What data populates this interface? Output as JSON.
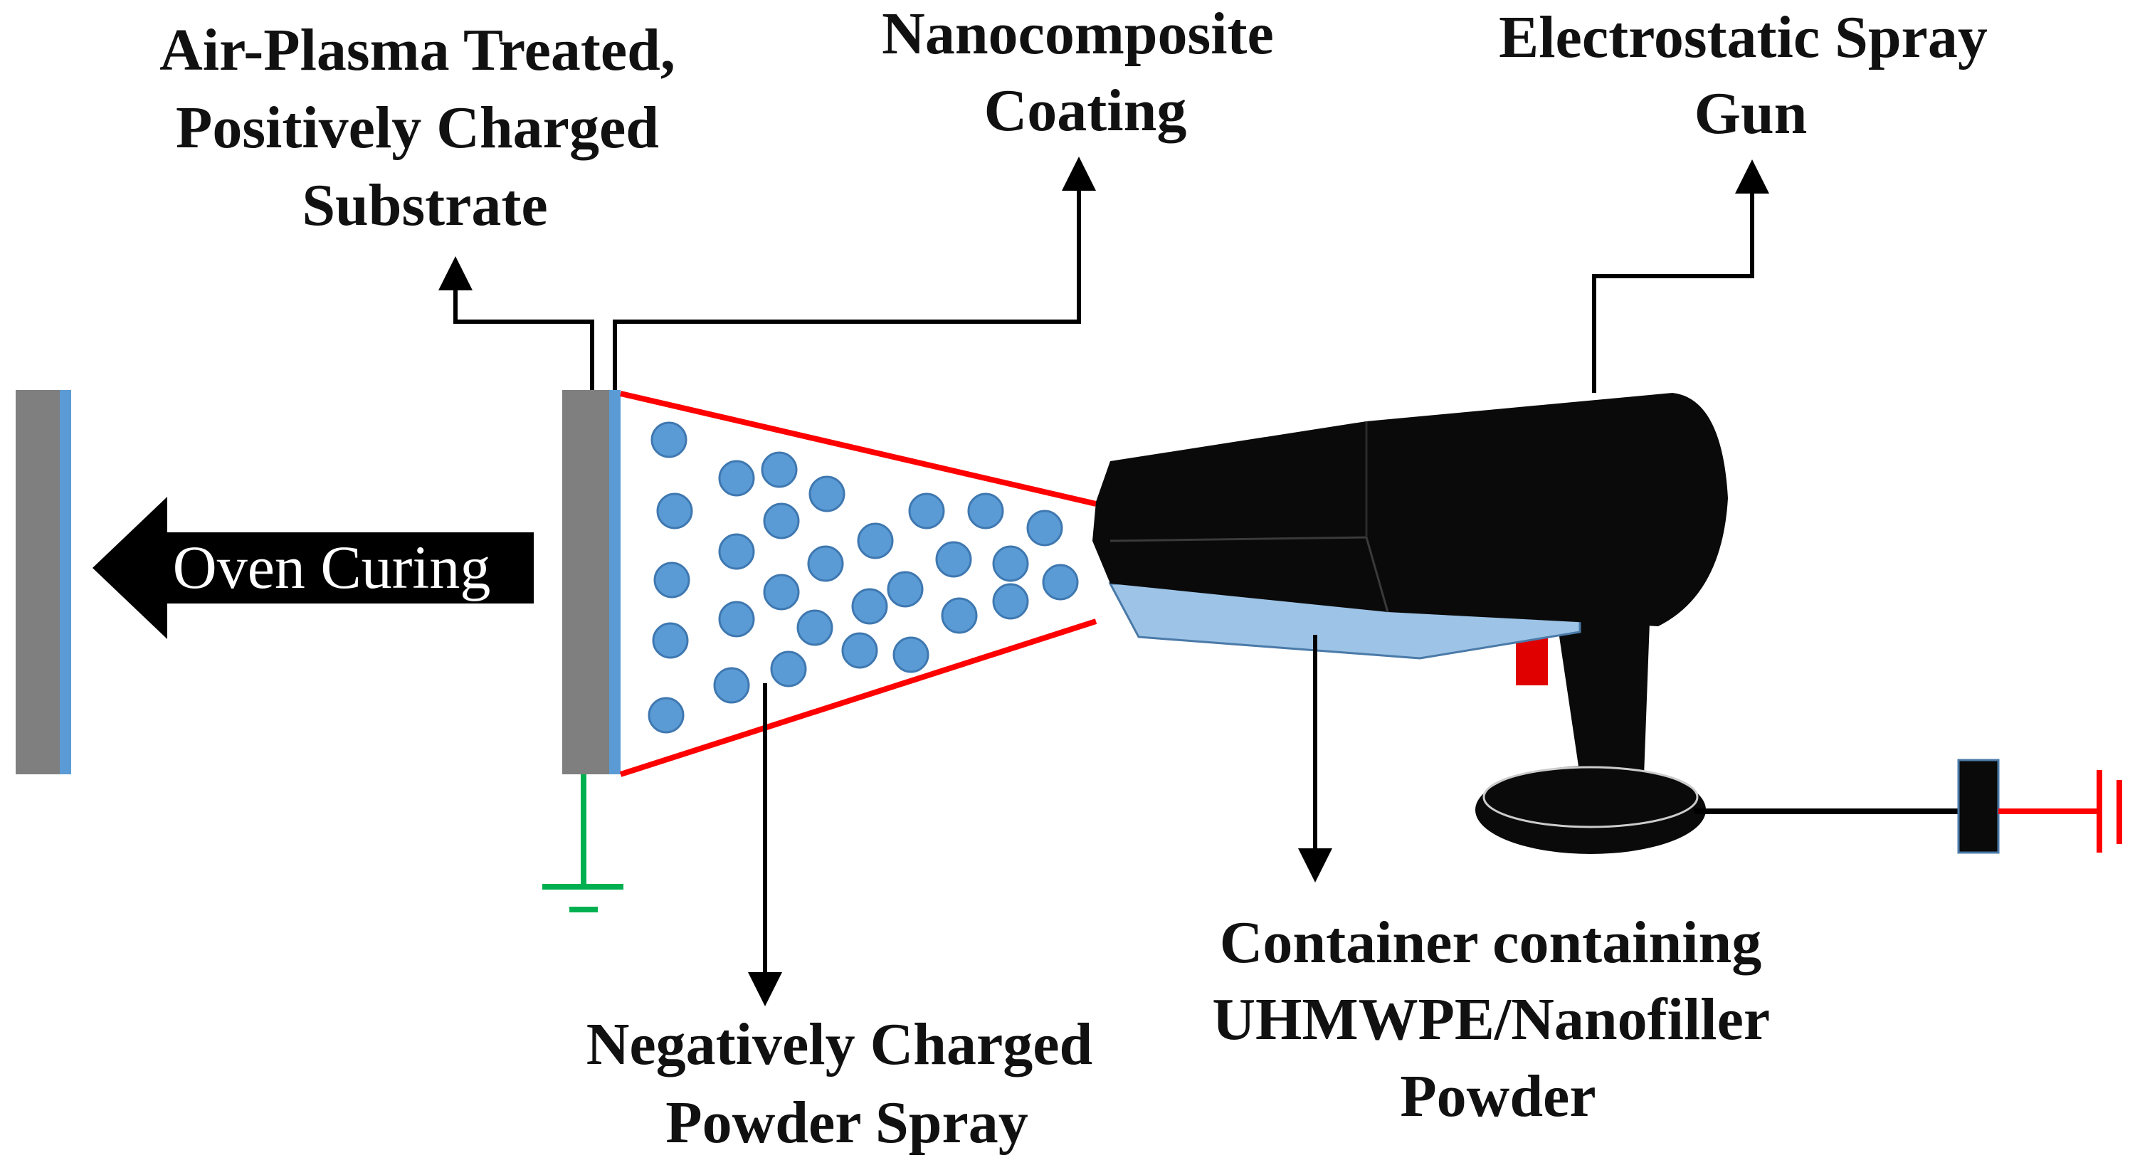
{
  "labels": {
    "substrate": [
      "Air-Plasma Treated,",
      "Positively Charged",
      "Substrate"
    ],
    "coating": [
      "Nanocomposite",
      "Coating"
    ],
    "gun": [
      "Electrostatic Spray",
      "Gun"
    ],
    "oven": "Oven Curing",
    "spray": [
      "Negatively Charged",
      "Powder Spray"
    ],
    "container": [
      "Container containing",
      "UHMWPE/Nanofiller",
      "Powder"
    ]
  },
  "colors": {
    "substrate_gray": "#7f7f7f",
    "coating_blue": "#5b9bd5",
    "particle_blue": "#5b9bd5",
    "spray_cone_red": "#ff0000",
    "gun_black": "#0a0a0a",
    "container_light_blue": "#9dc3e6",
    "ground_green": "#00b050",
    "trigger_red": "#e00000",
    "arrow_black": "#000000"
  },
  "icons": [
    "ground-symbol-icon",
    "power-ground-symbol-icon",
    "left-arrow-icon"
  ]
}
